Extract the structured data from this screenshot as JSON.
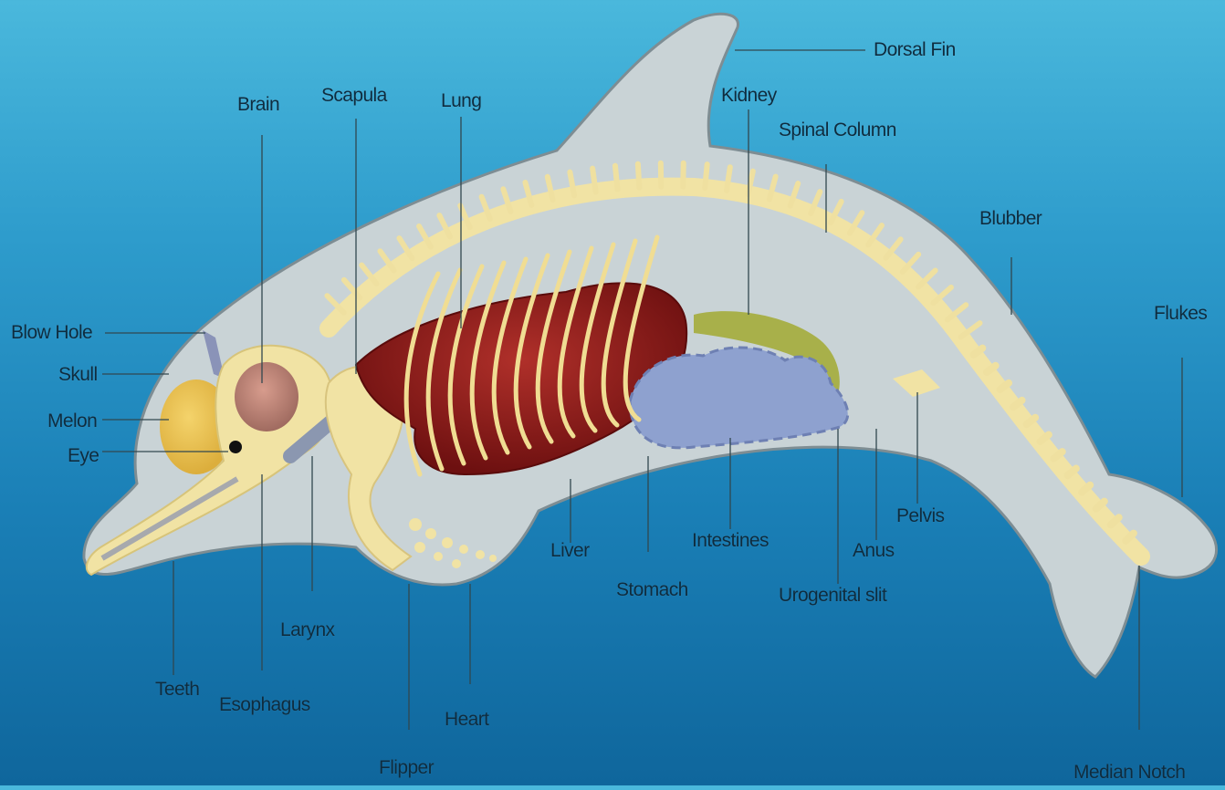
{
  "colors": {
    "background_top": "#4ab8dc",
    "background_bottom": "#0f669c",
    "body_fill": "#c9d3d6",
    "skeleton": "#f1e3a4",
    "lung": "#8e1b1b",
    "intestines": "#8ea1cf",
    "kidney": "#a8b04a",
    "brain": "#c08679",
    "melon": "#ebc55a",
    "label_text": "#0e2c3f",
    "leader_line": "#31474f"
  },
  "labels": {
    "dorsal_fin": "Dorsal Fin",
    "brain": "Brain",
    "scapula": "Scapula",
    "lung": "Lung",
    "kidney": "Kidney",
    "spinal_column": "Spinal Column",
    "blubber": "Blubber",
    "flukes": "Flukes",
    "blow_hole": "Blow Hole",
    "skull": "Skull",
    "melon": "Melon",
    "eye": "Eye",
    "pelvis": "Pelvis",
    "liver": "Liver",
    "intestines": "Intestines",
    "anus": "Anus",
    "stomach": "Stomach",
    "urogenital_slit": "Urogenital slit",
    "larynx": "Larynx",
    "teeth": "Teeth",
    "esophagus": "Esophagus",
    "heart": "Heart",
    "flipper": "Flipper",
    "median_notch": "Median Notch"
  }
}
